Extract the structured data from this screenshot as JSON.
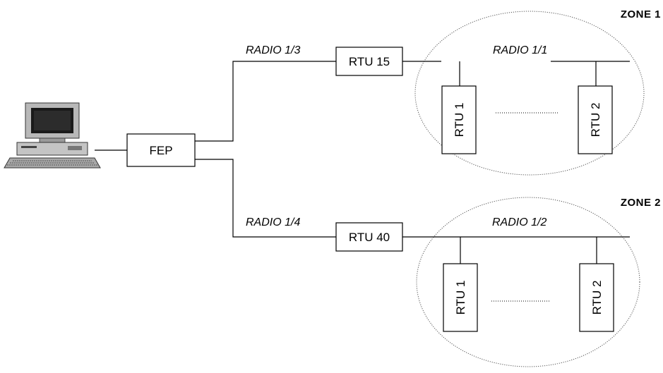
{
  "front_end": {
    "label": "FEP"
  },
  "zones": [
    {
      "title": "ZONE 1",
      "uplink_radio": "RADIO 1/3",
      "gateway_rtu": "RTU 15",
      "local_radio": "RADIO 1/1",
      "rtus": [
        "RTU 1",
        "RTU 2"
      ]
    },
    {
      "title": "ZONE 2",
      "uplink_radio": "RADIO 1/4",
      "gateway_rtu": "RTU 40",
      "local_radio": "RADIO 1/2",
      "rtus": [
        "RTU 1",
        "RTU 2"
      ]
    }
  ],
  "icons": {
    "workstation": "desktop-computer-icon"
  }
}
